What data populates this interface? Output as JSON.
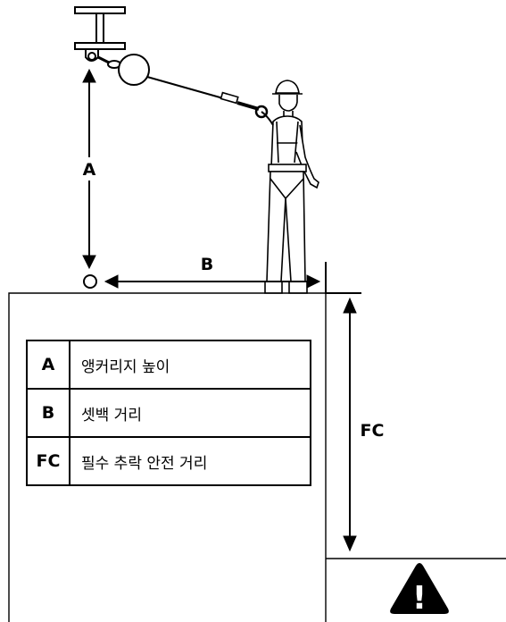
{
  "labels": {
    "a": "A",
    "b": "B",
    "fc": "FC"
  },
  "legend": [
    {
      "key": "A",
      "description": "앵커리지 높이"
    },
    {
      "key": "B",
      "description": "셋백 거리"
    },
    {
      "key": "FC",
      "description": "필수 추락 안전 거리"
    }
  ],
  "warning_glyph": "!",
  "icons": [
    "i-beam-anchor-icon",
    "shackle-icon",
    "self-retracting-lifeline-icon",
    "worker-icon",
    "warning-icon"
  ]
}
